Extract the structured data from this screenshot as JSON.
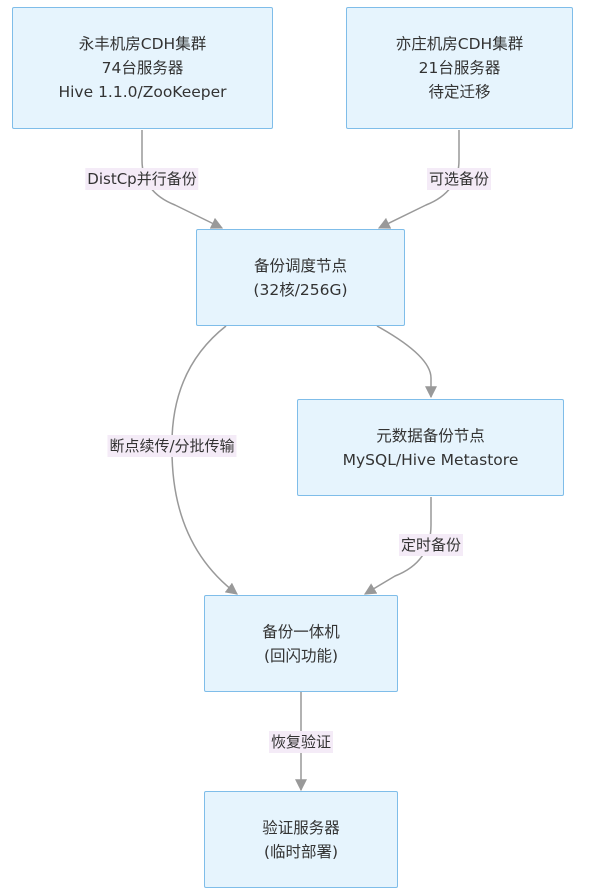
{
  "nodes": {
    "yongfeng": [
      "永丰机房CDH集群",
      "74台服务器",
      "Hive 1.1.0/ZooKeeper"
    ],
    "yizhuang": [
      "亦庄机房CDH集群",
      "21台服务器",
      "待定迁移"
    ],
    "scheduler": [
      "备份调度节点",
      "(32核/256G)"
    ],
    "metadata": [
      "元数据备份节点",
      "MySQL/Hive Metastore"
    ],
    "appliance": [
      "备份一体机",
      "(回闪功能)"
    ],
    "verify": [
      "验证服务器",
      "(临时部署)"
    ]
  },
  "edges": {
    "yongfeng_to_scheduler": "DistCp并行备份",
    "yizhuang_to_scheduler": "可选备份",
    "scheduler_to_appliance": "断点续传/分批传输",
    "metadata_to_appliance": "定时备份",
    "appliance_to_verify": "恢复验证"
  },
  "colors": {
    "node_fill": "#e6f4fd",
    "node_border": "#7fbde9",
    "edge_stroke": "#999999",
    "edge_label_bg": "#f4ebf7",
    "text": "#333333"
  }
}
